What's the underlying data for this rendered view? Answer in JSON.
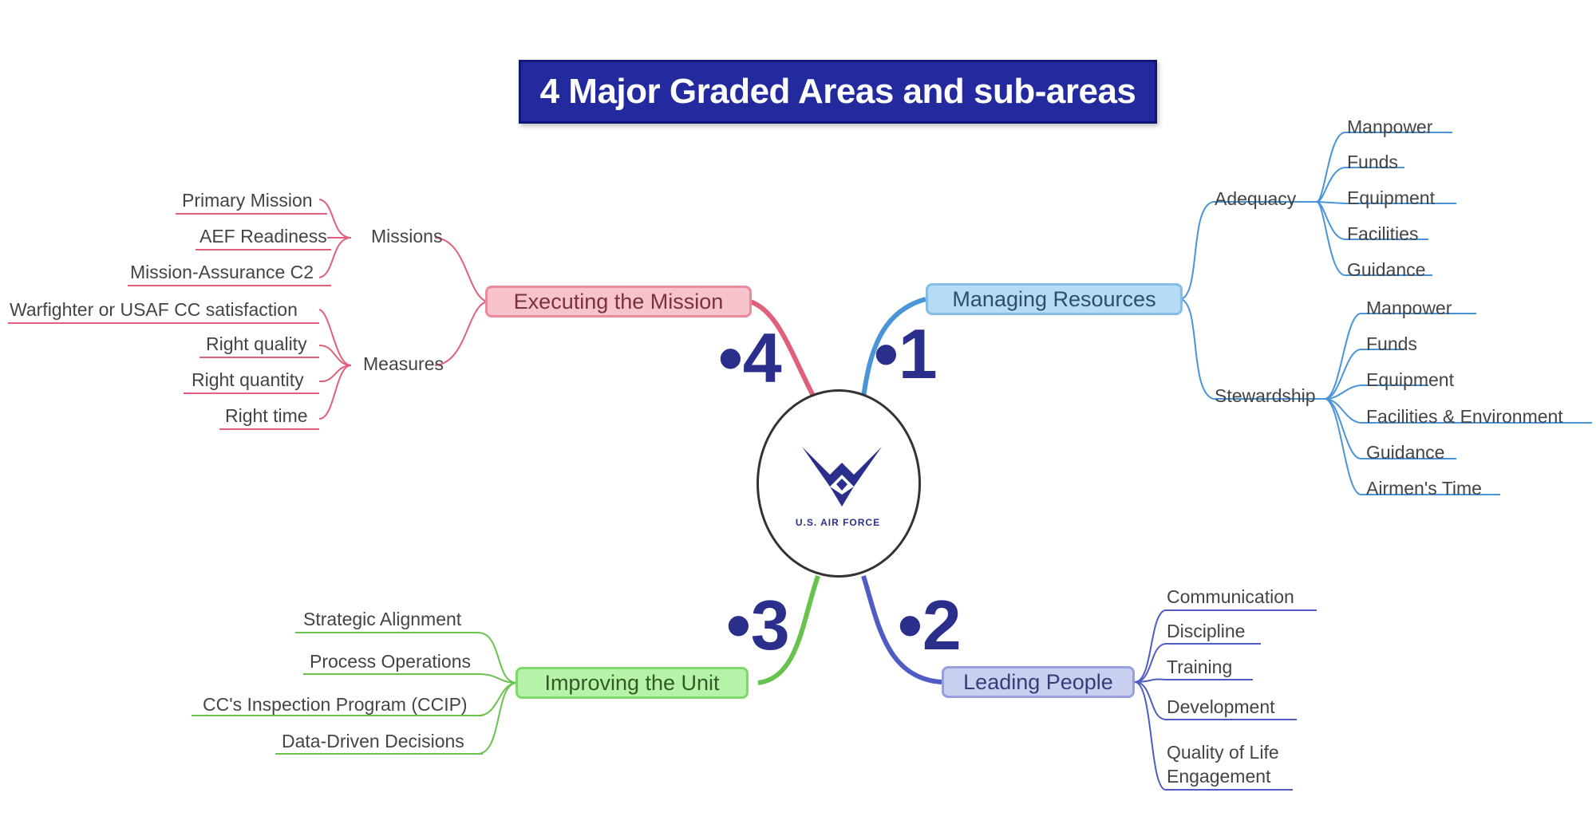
{
  "title": "4 Major Graded Areas and sub-areas",
  "colors": {
    "title_bg": "#222a9e",
    "red": "#e0607a",
    "blue": "#4a94d8",
    "green": "#6ac24e",
    "purple": "#4f5cc4",
    "numbers": "#2a2f8c"
  },
  "center": {
    "logo_icon": "usaf-wings-icon",
    "logo_text": "U.S. AIR FORCE"
  },
  "branches": {
    "executing": {
      "number": "•4",
      "label": "Executing the Mission",
      "groups": [
        {
          "label": "Missions",
          "items": [
            "Primary Mission",
            "AEF Readiness",
            "Mission-Assurance C2"
          ]
        },
        {
          "label": "Measures",
          "items": [
            "Warfighter or USAF CC satisfaction",
            "Right quality",
            "Right quantity",
            "Right time"
          ]
        }
      ]
    },
    "managing": {
      "number": "•1",
      "label": "Managing Resources",
      "groups": [
        {
          "label": "Adequacy",
          "items": [
            "Manpower",
            "Funds",
            "Equipment",
            "Facilities",
            "Guidance"
          ]
        },
        {
          "label": "Stewardship",
          "items": [
            "Manpower",
            "Funds",
            "Equipment",
            "Facilities & Environment",
            "Guidance",
            "Airmen's Time"
          ]
        }
      ]
    },
    "improving": {
      "number": "•3",
      "label": "Improving the Unit",
      "items": [
        "Strategic Alignment",
        "Process Operations",
        "CC's Inspection Program (CCIP)",
        "Data-Driven Decisions"
      ]
    },
    "leading": {
      "number": "•2",
      "label": "Leading People",
      "items": [
        "Communication",
        "Discipline",
        "Training",
        "Development",
        "Quality of Life",
        "Engagement"
      ]
    }
  }
}
